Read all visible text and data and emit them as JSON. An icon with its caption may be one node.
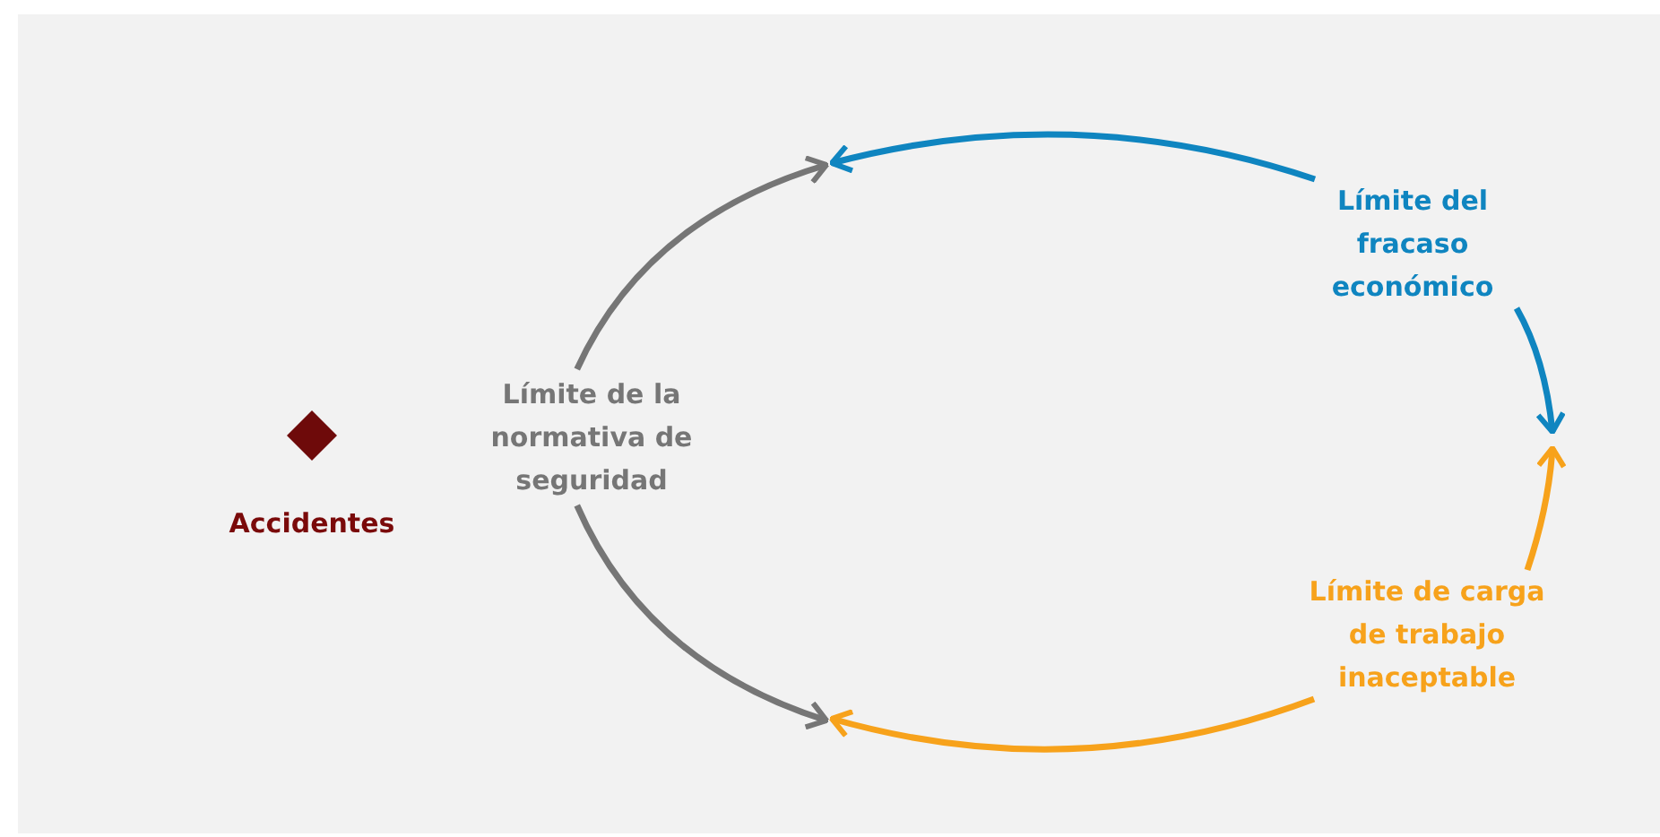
{
  "diagram": {
    "nodes": [
      {
        "text": [],
        "shape": "diamond",
        "beside": [
          "Accidentes"
        ]
      },
      {
        "text": [
          "Límite de la normativa de seguridad"
        ]
      },
      {
        "text": [
          "Límite del fracaso económico"
        ]
      },
      {
        "text": [
          "Límite de carga de trabajo inaceptable"
        ]
      }
    ],
    "edges": [
      {
        "from": 1,
        "to": null,
        "arrow": "to",
        "color": "#767676"
      },
      {
        "from": 1,
        "to": null,
        "arrow": "to",
        "color": "#767676"
      },
      {
        "from": 2,
        "to": null,
        "arrow": "to",
        "color": "#0f85c0"
      },
      {
        "from": 2,
        "to": null,
        "arrow": "to",
        "color": "#0f85c0"
      },
      {
        "from": 3,
        "to": null,
        "arrow": "to",
        "color": "#f7a21b"
      },
      {
        "from": 3,
        "to": null,
        "arrow": "to",
        "color": "#f7a21b"
      }
    ]
  }
}
